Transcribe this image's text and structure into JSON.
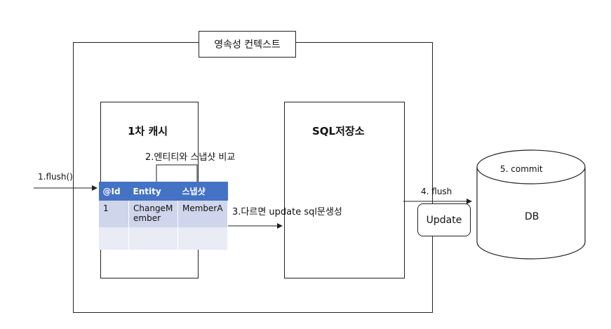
{
  "persistence_context": {
    "title": "영속성 컨텍스트"
  },
  "first_cache": {
    "title": "1차 캐시",
    "compare_label": "2.엔티티와 스냅샷 비교",
    "table": {
      "headers": [
        "@Id",
        "Entity",
        "스냅샷"
      ],
      "rows": [
        [
          "1",
          "ChangeM\nember",
          "MemberA"
        ],
        [
          "",
          "",
          ""
        ]
      ]
    }
  },
  "sql_store": {
    "title": "SQL저장소"
  },
  "db": {
    "title": "DB",
    "commit_label": "5. commit"
  },
  "labels": {
    "flush_in": "1.flush()",
    "generate_sql": "3.다르면 update sql문생성",
    "flush_out": "4. flush",
    "update_box": "Update"
  }
}
